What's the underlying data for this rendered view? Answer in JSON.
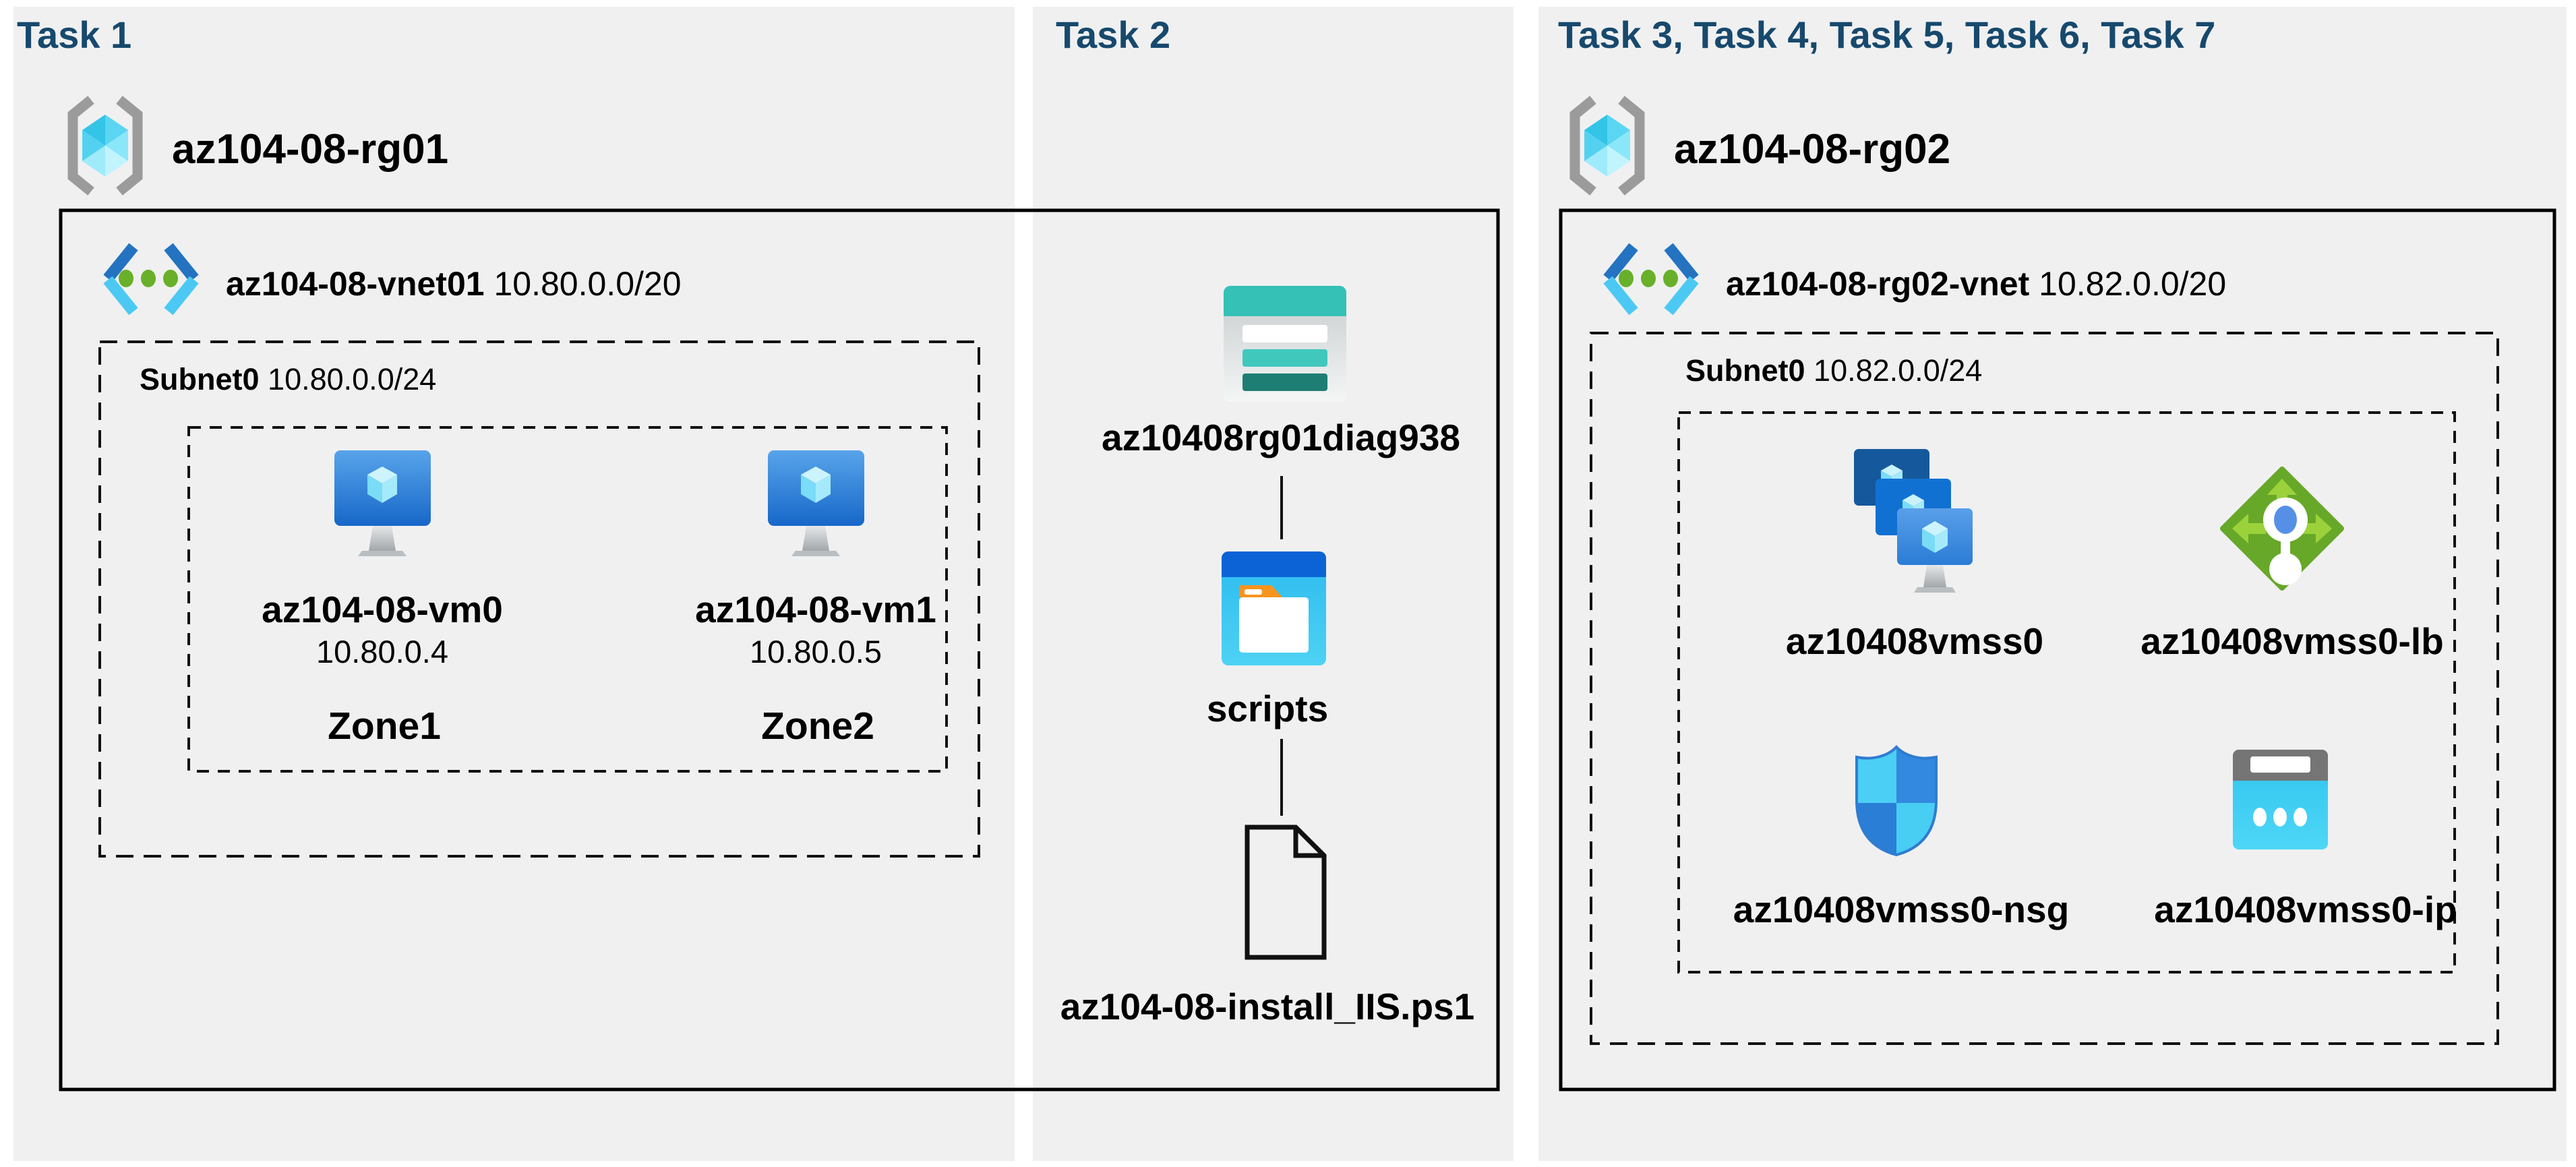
{
  "task1": {
    "header": "Task 1",
    "resource_group": "az104-08-rg01",
    "vnet_name": "az104-08-vnet01",
    "vnet_cidr": "10.80.0.0/20",
    "subnet_name": "Subnet0",
    "subnet_cidr": "10.80.0.0/24",
    "vms": [
      {
        "name": "az104-08-vm0",
        "ip": "10.80.0.4",
        "zone": "Zone1"
      },
      {
        "name": "az104-08-vm1",
        "ip": "10.80.0.5",
        "zone": "Zone2"
      }
    ]
  },
  "task2": {
    "header": "Task 2",
    "storage_account": "az10408rg01diag938",
    "container": "scripts",
    "script_file": "az104-08-install_IIS.ps1"
  },
  "task37": {
    "header": "Task 3, Task 4, Task 5, Task 6, Task 7",
    "resource_group": "az104-08-rg02",
    "vnet_name": "az104-08-rg02-vnet",
    "vnet_cidr": "10.82.0.0/20",
    "subnet_name": "Subnet0",
    "subnet_cidr": "10.82.0.0/24",
    "resources": [
      {
        "name": "az10408vmss0",
        "type": "virtual-machine-scale-set"
      },
      {
        "name": "az10408vmss0-lb",
        "type": "load-balancer"
      },
      {
        "name": "az10408vmss0-nsg",
        "type": "network-security-group"
      },
      {
        "name": "az10408vmss0-ip",
        "type": "public-ip-address"
      }
    ]
  },
  "colors": {
    "panel_bg": "#f0f0f1",
    "header_text": "#17496d",
    "storage_teal": "#35c1b6",
    "azure_blue": "#1171d2",
    "cyan": "#45cdf2",
    "lb_green": "#67a828",
    "folder_orange": "#f7941e"
  }
}
